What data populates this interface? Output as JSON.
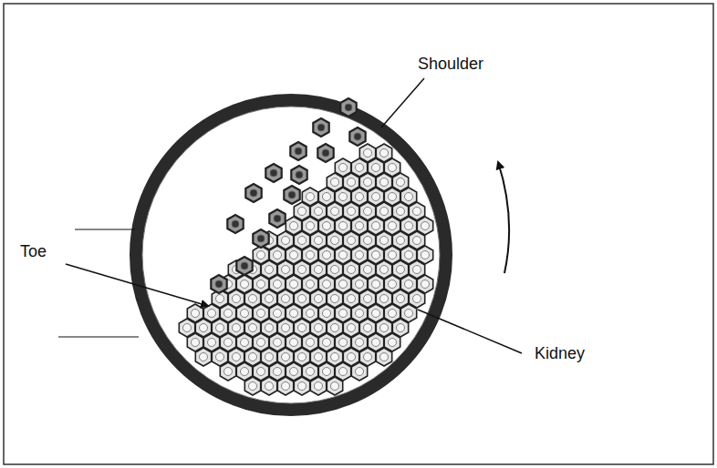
{
  "diagram": {
    "labels": [
      "Shoulder",
      "Toe",
      "Kidney"
    ]
  }
}
